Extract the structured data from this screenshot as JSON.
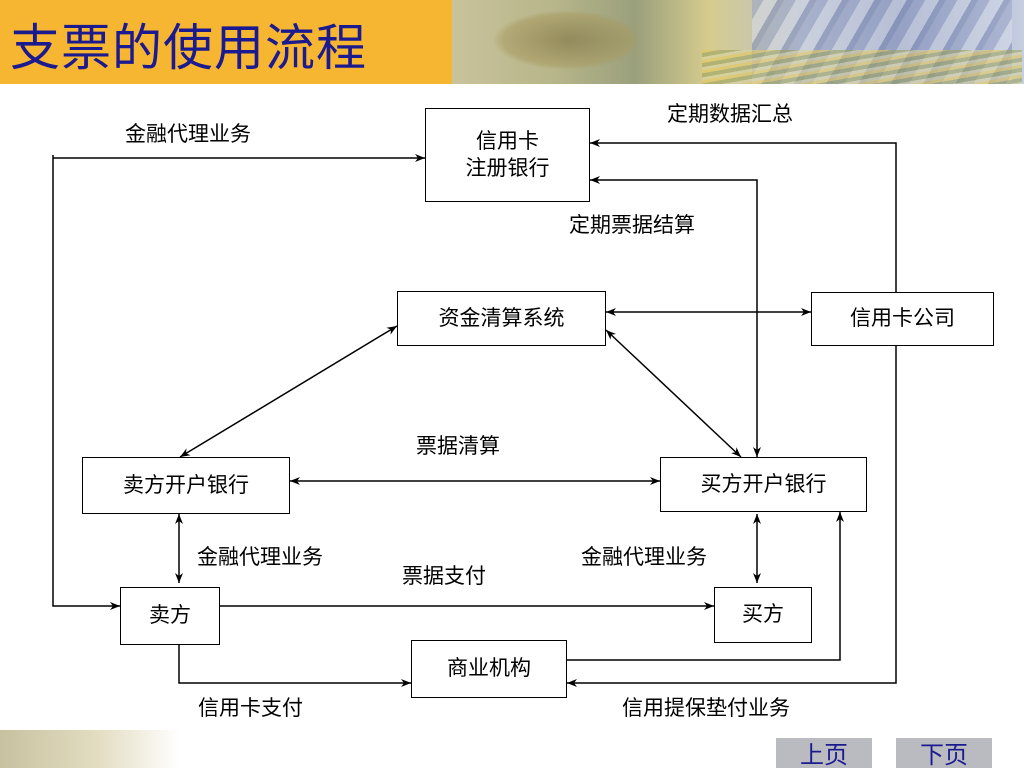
{
  "slide": {
    "title": "支票的使用流程"
  },
  "nodes": {
    "card_bank": "信用卡\n注册银行",
    "clearing_system": "资金清算系统",
    "card_company": "信用卡公司",
    "seller_bank": "卖方开户银行",
    "buyer_bank": "买方开户银行",
    "seller": "卖方",
    "buyer": "买方",
    "merchant": "商业机构"
  },
  "labels": {
    "financial_agency_top": "金融代理业务",
    "periodic_summary": "定期数据汇总",
    "periodic_settlement": "定期票据结算",
    "bill_clearing": "票据清算",
    "financial_agency_left": "金融代理业务",
    "bill_payment": "票据支付",
    "financial_agency_right": "金融代理业务",
    "card_payment": "信用卡支付",
    "credit_advance": "信用提保垫付业务"
  },
  "nav": {
    "prev": "上页",
    "next": "下页"
  }
}
